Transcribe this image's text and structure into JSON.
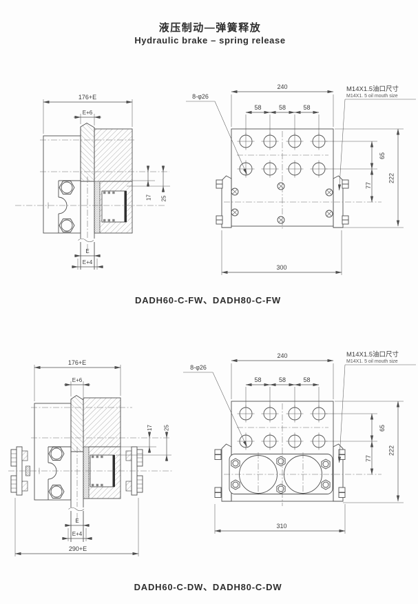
{
  "header": {
    "title_zh": "液压制动—弹簧释放",
    "title_en": "Hydraulic brake – spring release"
  },
  "colors": {
    "line": "#4d4d4d",
    "text": "#3c3c3c",
    "background": "#fdfdfd"
  },
  "figures": [
    {
      "caption": "DADH60-C-FW、DADH80-C-FW",
      "side_view": {
        "total_width": "176+E",
        "disc_width": "E+6",
        "pad_gap_17": "17",
        "pad_gap_25": "25",
        "disc_thickness": "E",
        "release_gap": "E+4"
      },
      "front_view": {
        "width": "240",
        "hole_pitch": [
          "58",
          "58",
          "58"
        ],
        "holes_note": "8-φ26",
        "oil_port_zh": "M14X1.5油口尺寸",
        "oil_port_en": "M14X1. 5 oil mouth size",
        "row_span": "65",
        "center_span": "77",
        "height": "222",
        "base_width": "300"
      }
    },
    {
      "caption": "DADH60-C-DW、DADH80-C-DW",
      "side_view": {
        "total_width": "176+E",
        "disc_width": "E+6",
        "pad_gap_17": "17",
        "pad_gap_25": "25",
        "disc_thickness": "E",
        "release_gap": "E+4",
        "base_width": "290+E"
      },
      "front_view": {
        "width": "240",
        "hole_pitch": [
          "58",
          "58",
          "58"
        ],
        "holes_note": "8-φ26",
        "oil_port_zh": "M14X1.5油口尺寸",
        "oil_port_en": "M14X1. 5 oil mouth size",
        "row_span": "65",
        "center_span": "77",
        "height": "222",
        "base_width": "310"
      }
    }
  ]
}
